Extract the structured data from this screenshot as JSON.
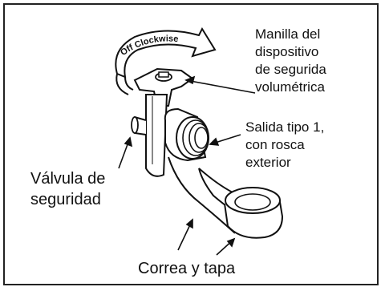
{
  "arrow_text": "Off Clockwise",
  "labels": {
    "handle": [
      "Manilla del",
      "dispositivo",
      "de segurida",
      "volumétrica"
    ],
    "outlet": [
      "Salida tipo 1,",
      "con rosca",
      "exterior"
    ],
    "relief_valve": [
      "Válvula de",
      "seguridad"
    ],
    "strap_cap": "Correa y tapa"
  }
}
